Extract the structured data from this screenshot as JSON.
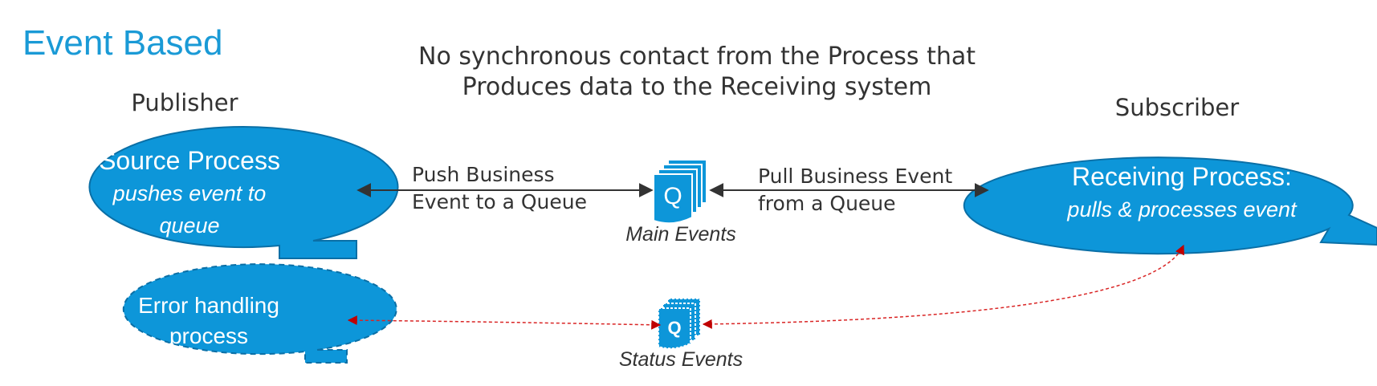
{
  "title": "Event Based",
  "note": {
    "line1": "No synchronous contact from the Process that",
    "line2": "Produces data to the Receiving system"
  },
  "publisher": {
    "role": "Publisher",
    "title": "Source Process",
    "subtitle_line1": "pushes event to",
    "subtitle_line2": "queue"
  },
  "subscriber": {
    "role": "Subscriber",
    "title": "Receiving Process:",
    "subtitle": "pulls & processes event"
  },
  "error_handler": {
    "line1": "Error handling",
    "line2": "process"
  },
  "main_queue": {
    "letter": "Q",
    "label": "Main Events"
  },
  "status_queue": {
    "letter": "Q",
    "label": "Status Events"
  },
  "edges": {
    "push_line1": "Push Business",
    "push_line2": "Event to a Queue",
    "pull_line1": "Pull Business Event",
    "pull_line2": "from a Queue"
  },
  "colors": {
    "accent": "#1a9ad6",
    "node_fill": "#0d96d9",
    "node_stroke": "#0a6fa6",
    "text": "#333333",
    "status_link": "#d92525"
  }
}
